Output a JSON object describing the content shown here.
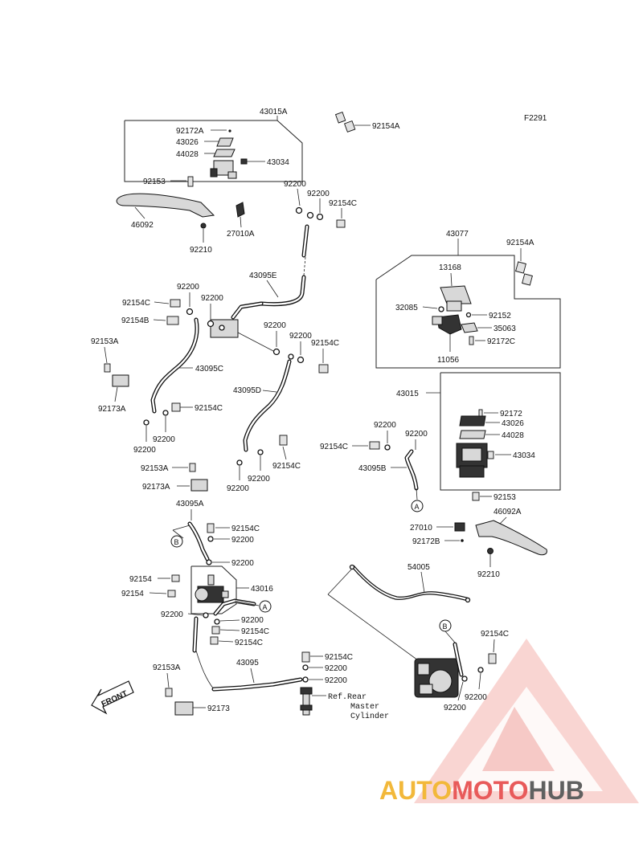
{
  "figure_code": "F2291",
  "front_label": "FRONT",
  "labels": {
    "l43015A": "43015A",
    "l92172A": "92172A",
    "l43026a": "43026",
    "l44028a": "44028",
    "l43034a": "43034",
    "l92154A_top": "92154A",
    "l92153_top": "92153",
    "l46092": "46092",
    "l92210_left": "92210",
    "l27010A": "27010A",
    "l92200_a": "92200",
    "l92200_b": "92200",
    "l92154C_a": "92154C",
    "l43095E": "43095E",
    "l92200_c": "92200",
    "l92200_d": "92200",
    "l92154C_b": "92154C",
    "l92154B": "92154B",
    "l92153A_a": "92153A",
    "l92200_e": "92200",
    "l92200_f": "92200",
    "l92154C_c": "92154C",
    "l43095C": "43095C",
    "l92173A_a": "92173A",
    "l43095D": "43095D",
    "l92154C_d": "92154C",
    "l92200_g": "92200",
    "l92200_h": "92200",
    "l92154C_e": "92154C",
    "l92200_i": "92200",
    "l92200_j": "92200",
    "l92153A_b": "92153A",
    "l92173A_b": "92173A",
    "l43077": "43077",
    "l92154A_right": "92154A",
    "l13168": "13168",
    "l32085": "32085",
    "l92152": "92152",
    "l35063": "35063",
    "l92172C": "92172C",
    "l11056": "11056",
    "l43015": "43015",
    "l92172": "92172",
    "l43026b": "43026",
    "l44028b": "44028",
    "l43034b": "43034",
    "l92200_k": "92200",
    "l92200_l": "92200",
    "l92154C_f": "92154C",
    "l43095B": "43095B",
    "l92153_right": "92153",
    "l46092A": "46092A",
    "l27010": "27010",
    "l92172B": "92172B",
    "l92210_right": "92210",
    "l43095A": "43095A",
    "l92154C_g": "92154C",
    "l92200_m": "92200",
    "l92200_n": "92200",
    "l92154_a": "92154",
    "l43016": "43016",
    "l92154_b": "92154",
    "l92200_o": "92200",
    "l92200_p": "92200",
    "l92154C_h": "92154C",
    "l92154C_i": "92154C",
    "l54005": "54005",
    "l92154C_j": "92154C",
    "l43095": "43095",
    "l92200_q": "92200",
    "l92200_r": "92200",
    "l92153A_c": "92153A",
    "l92173": "92173",
    "l92154C_k": "92154C",
    "l92200_s": "92200",
    "l92200_t": "92200"
  },
  "ref_note": {
    "line1": "Ref.Rear",
    "line2": "Master",
    "line3": "Cylinder"
  },
  "callouts": {
    "A": "A",
    "B": "B"
  },
  "watermark": {
    "part1": "AUTO",
    "part2": "MOTO",
    "part3": "HUB",
    "color1": "#f2b83a",
    "color2": "#e85a5a",
    "color3": "#606060"
  }
}
